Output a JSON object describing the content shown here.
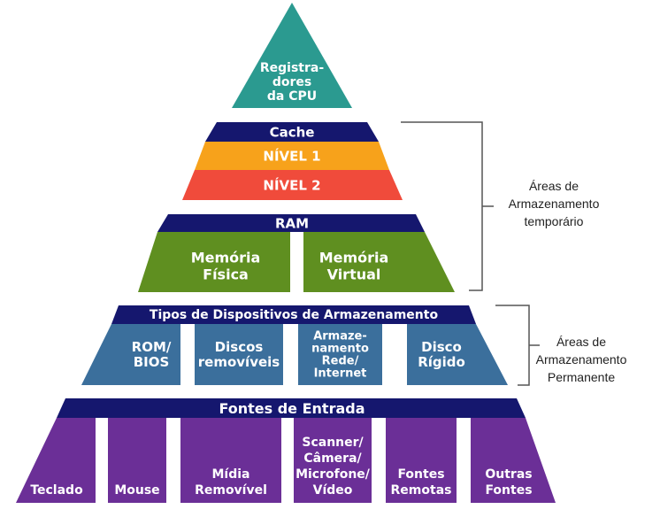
{
  "colors": {
    "teal": "#2b9a90",
    "navy": "#15176e",
    "orange": "#f7a21b",
    "red": "#f04b3b",
    "green": "#5f8f20",
    "blue": "#3b6f9c",
    "purple": "#6b2f97",
    "bracket": "#555555"
  },
  "cpu": {
    "lines": [
      "Registra-",
      "dores",
      "da CPU"
    ]
  },
  "cache": {
    "title": "Cache",
    "level1": "NÍVEL 1",
    "level2": "NÍVEL 2"
  },
  "ram": {
    "title": "RAM",
    "physical": [
      "Memória",
      "Física"
    ],
    "virtual": [
      "Memória",
      "Virtual"
    ]
  },
  "temporary_label": [
    "Áreas de",
    "Armazenamento",
    "temporário"
  ],
  "storage": {
    "title": "Tipos de Dispositivos de Armazenamento",
    "items": [
      [
        "ROM/",
        "BIOS"
      ],
      [
        "Discos",
        "removíveis"
      ],
      [
        "Armaze-",
        "namento",
        "Rede/",
        "Internet"
      ],
      [
        "Disco",
        "Rígido"
      ]
    ]
  },
  "permanent_label": [
    "Áreas de",
    "Armazenamento",
    "Permanente"
  ],
  "input": {
    "title": "Fontes de Entrada",
    "items": [
      [
        "Teclado"
      ],
      [
        "Mouse"
      ],
      [
        "Mídia",
        "Removível"
      ],
      [
        "Scanner/",
        "Câmera/",
        "Microfone/",
        "Vídeo"
      ],
      [
        "Fontes",
        "Remotas"
      ],
      [
        "Outras",
        "Fontes"
      ]
    ]
  }
}
